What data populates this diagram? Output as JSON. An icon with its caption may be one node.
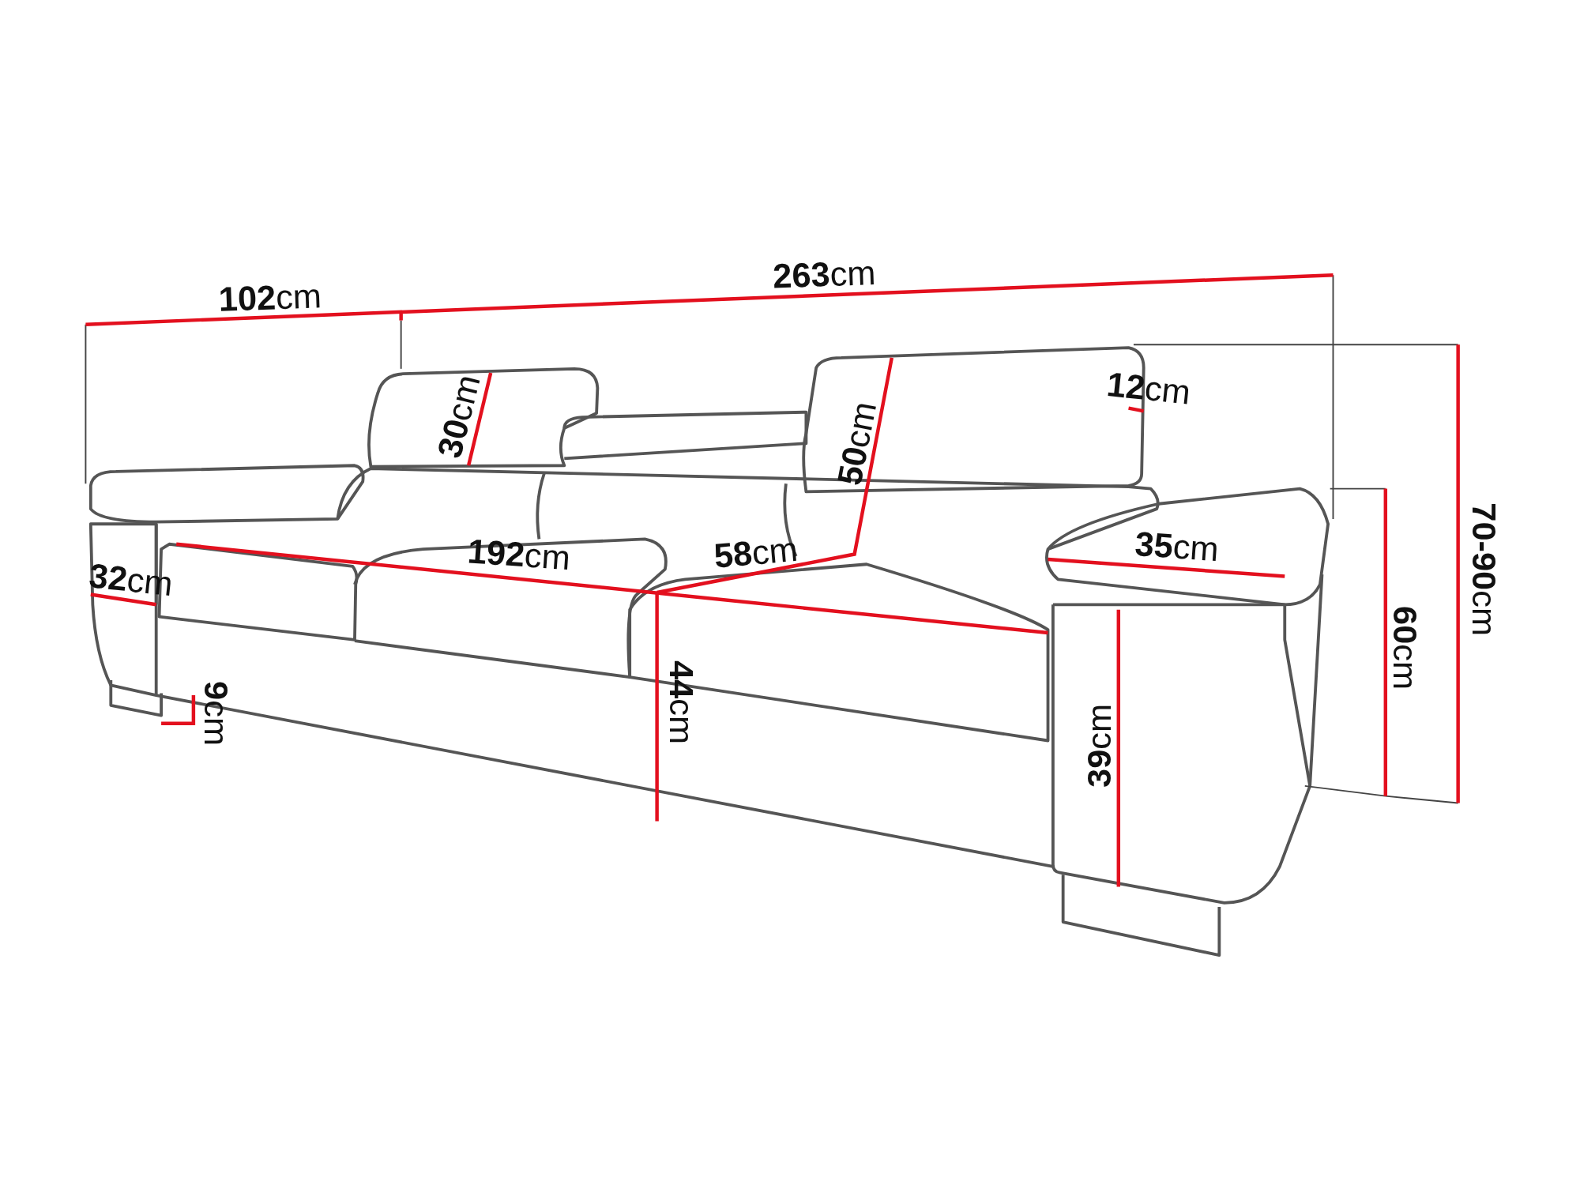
{
  "diagram": {
    "labels": [
      "**263**cm",
      "**102**cm",
      "**12**cm",
      "**30**cm",
      "**50**cm",
      "**70-90**cm",
      "**35**cm",
      "**192**cm",
      "**58**cm",
      "**32**cm",
      "**60**cm",
      "**9**cm",
      "**44**cm",
      "**39**cm"
    ]
  }
}
